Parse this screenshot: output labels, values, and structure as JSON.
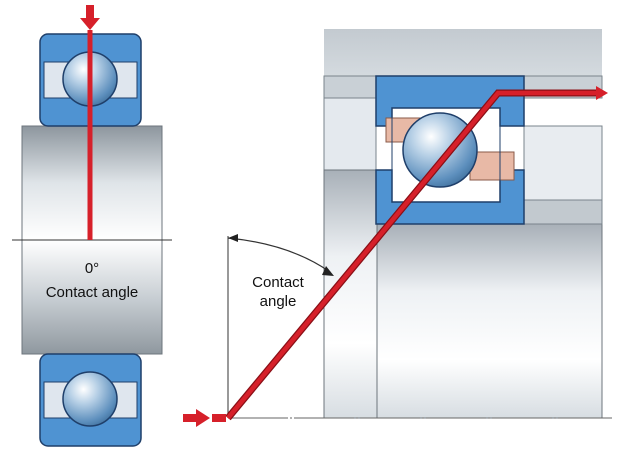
{
  "labels": {
    "zero_angle": "0°",
    "contact_angle_left": "Contact angle",
    "contact_angle_right": "Contact\nangle"
  },
  "colors": {
    "load_line": "#d6202a",
    "ring_blue": "#4f93d2",
    "cage_peach": "#e8b9a6",
    "shaft_grey": "#c5cbd0",
    "housing_grey": "#c9d0d6",
    "bore_light": "#e2e8ee"
  }
}
